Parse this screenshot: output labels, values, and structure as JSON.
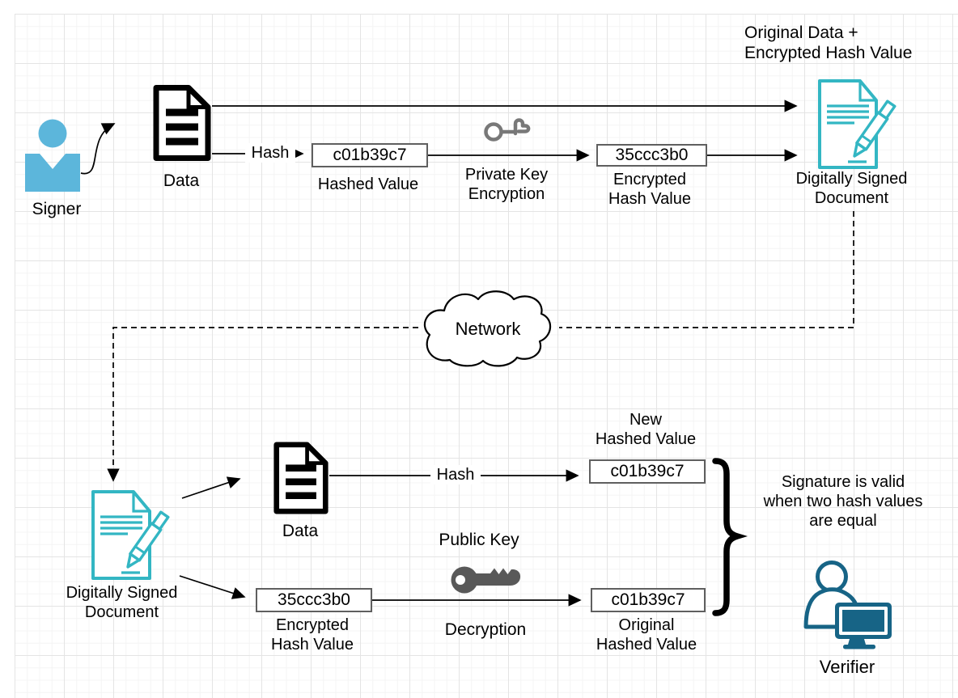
{
  "diagram": {
    "title_hint": "Digital signature signing and verification flow",
    "colors": {
      "signer_blue": "#5cb6db",
      "teal": "#33b6c3",
      "verifier_dark": "#176486",
      "key_outline": "#787878",
      "key_solid": "#595959",
      "box_border": "#5f5f5f"
    },
    "top": {
      "signer_label": "Signer",
      "data_label": "Data",
      "hash_edge_label": "Hash",
      "hashed_value": "c01b39c7",
      "hashed_value_caption": "Hashed Value",
      "encryption_caption": "Private Key\nEncryption",
      "encrypted_value": "35ccc3b0",
      "encrypted_caption": "Encrypted\nHash Value",
      "result_caption": "Original Data +\nEncrypted Hash Value",
      "signed_doc_caption": "Digitally Signed\nDocument"
    },
    "network_label": "Network",
    "bottom": {
      "signed_doc_caption": "Digitally Signed\nDocument",
      "data_label": "Data",
      "hash_edge_label": "Hash",
      "new_hash_caption": "New\nHashed Value",
      "new_hash_value": "c01b39c7",
      "encrypted_value": "35ccc3b0",
      "encrypted_caption": "Encrypted\nHash Value",
      "public_key_caption": "Public Key",
      "decryption_caption": "Decryption",
      "original_hash_value": "c01b39c7",
      "original_hash_caption": "Original\nHashed Value",
      "validity_note": "Signature is valid\nwhen two hash values\nare equal",
      "verifier_label": "Verifier"
    }
  }
}
